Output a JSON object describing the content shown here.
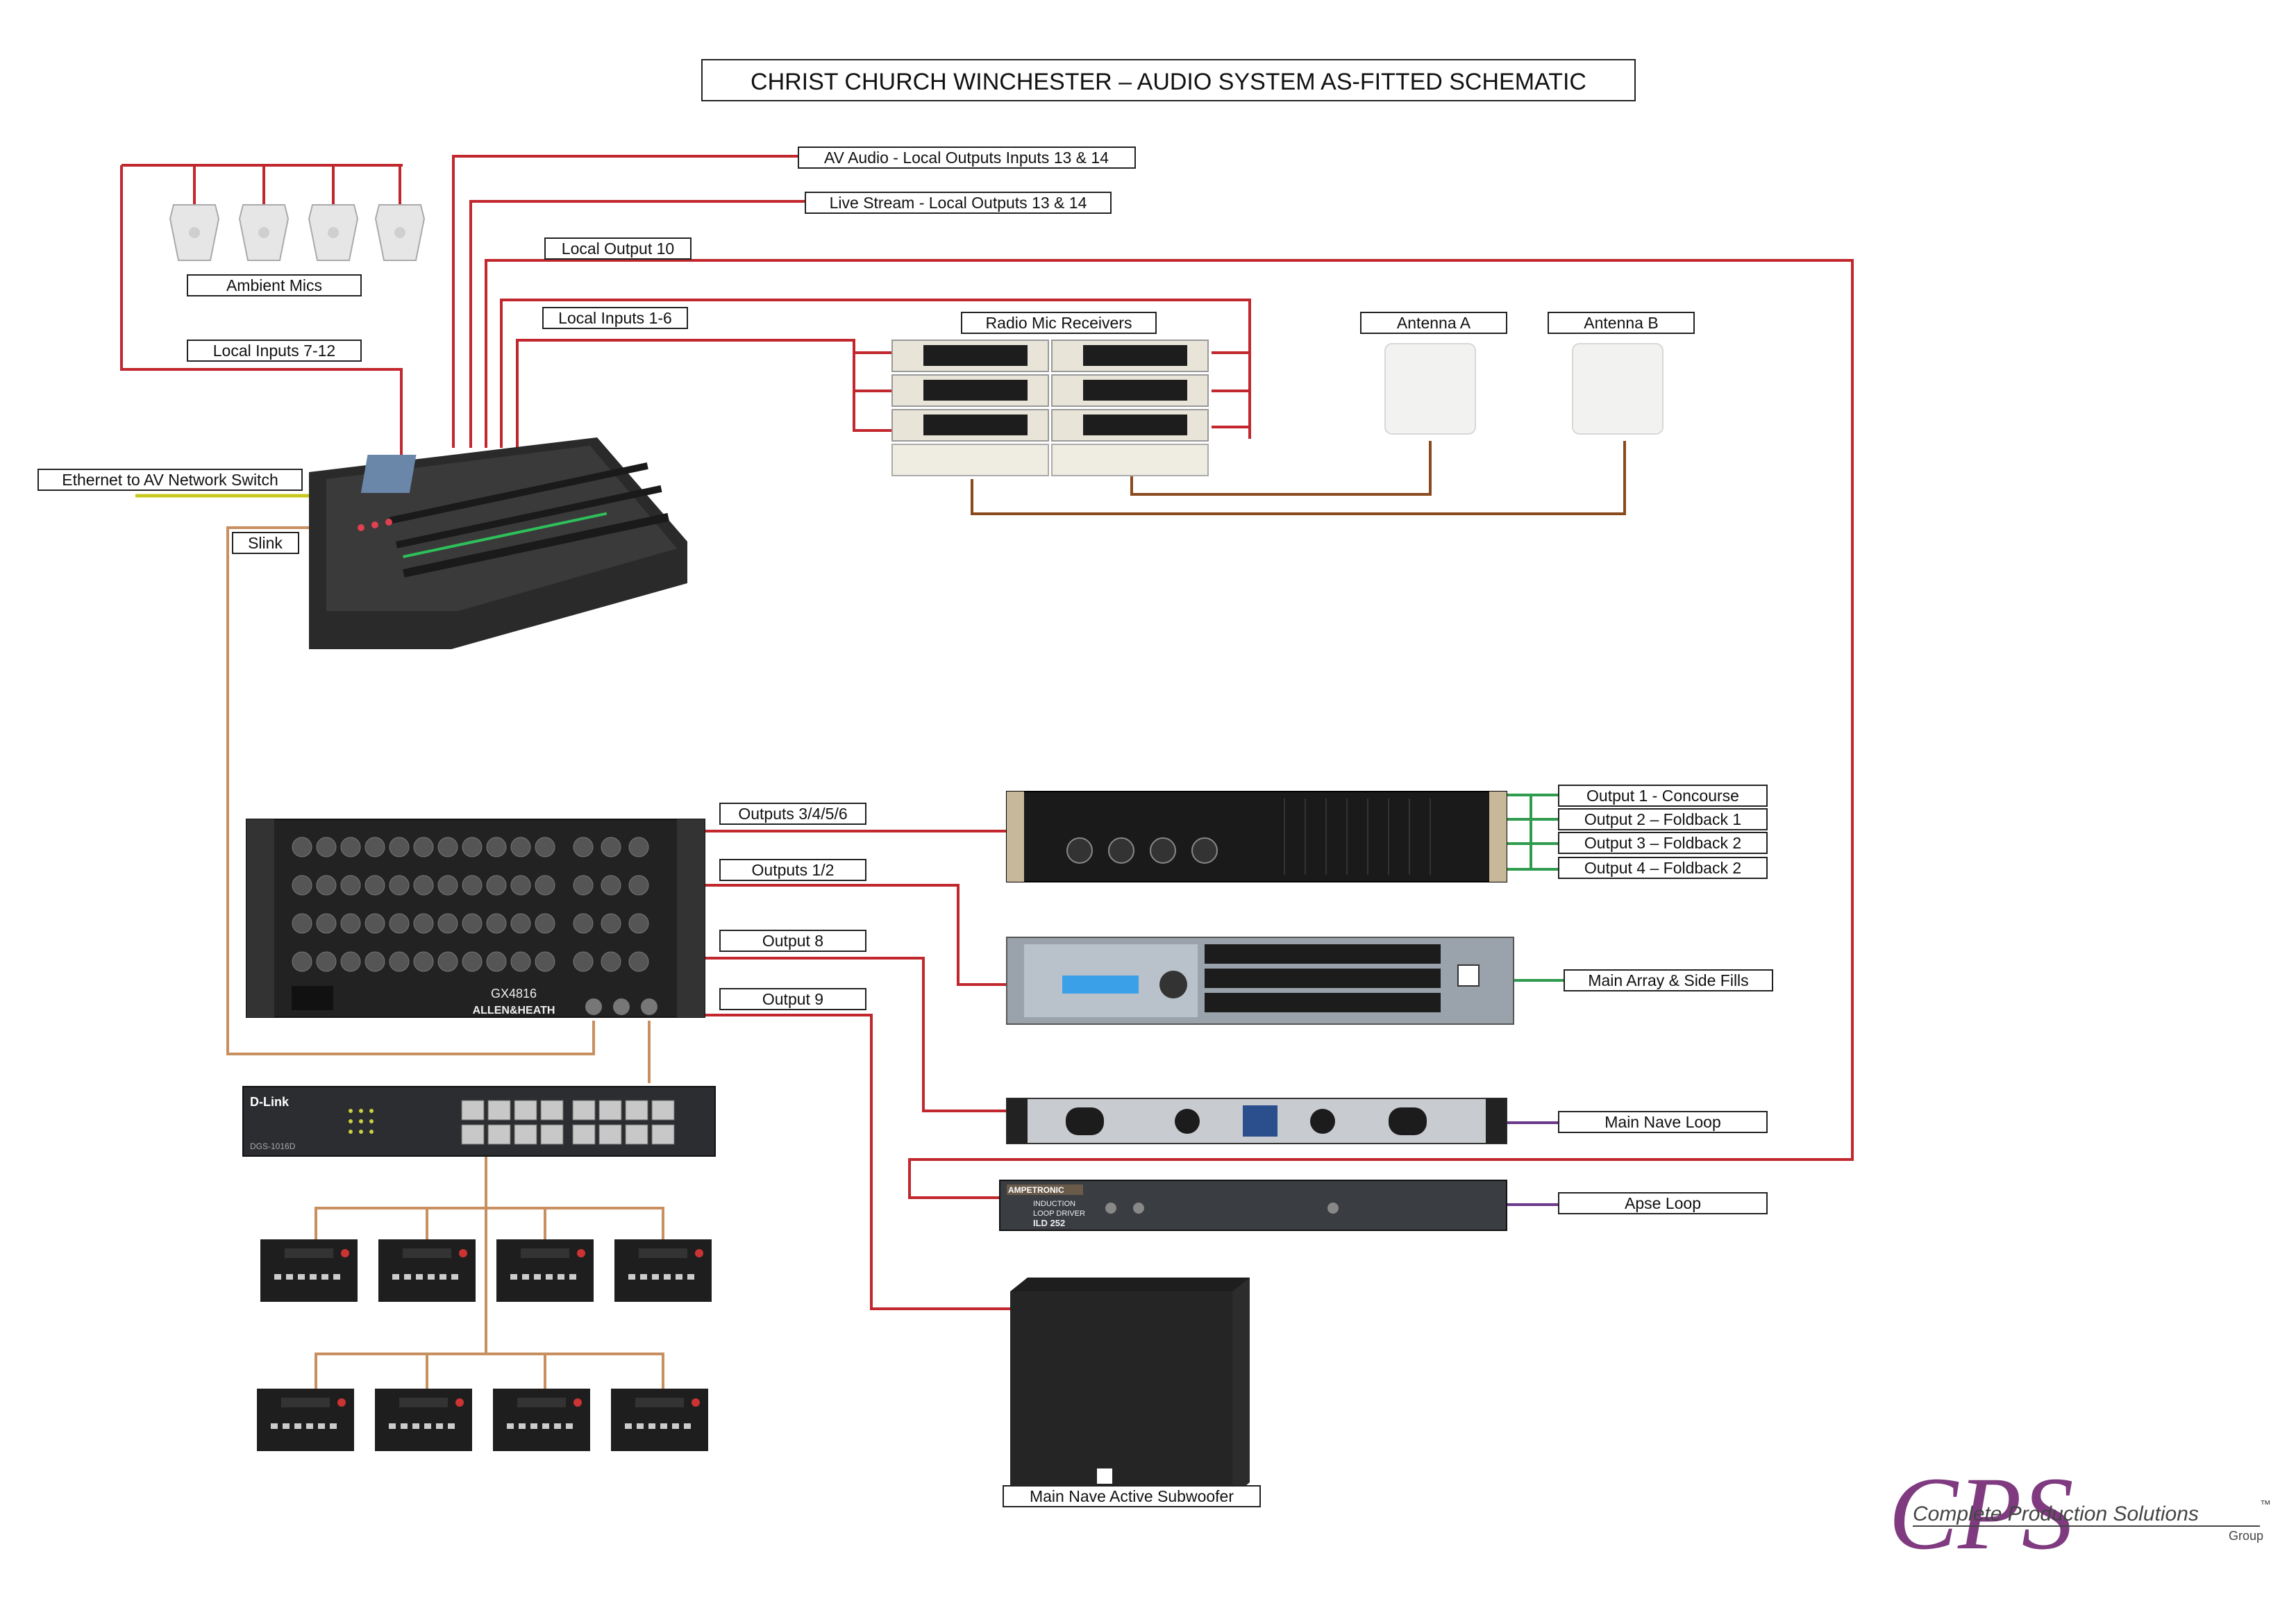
{
  "title": "CHRIST CHURCH WINCHESTER – AUDIO SYSTEM AS-FITTED SCHEMATIC",
  "labels": {
    "av_audio": "AV Audio - Local Outputs Inputs 13 & 14",
    "live_stream": "Live Stream - Local Outputs 13 & 14",
    "local_output_10": "Local Output 10",
    "local_inputs_1_6": "Local Inputs 1-6",
    "radio_mic_receivers": "Radio Mic Receivers",
    "antenna_a": "Antenna A",
    "antenna_b": "Antenna B",
    "ambient_mics": "Ambient Mics",
    "local_inputs_7_12": "Local Inputs 7-12",
    "ethernet": "Ethernet to AV Network Switch",
    "slink": "Slink",
    "outputs_3456": "Outputs 3/4/5/6",
    "outputs_12": "Outputs 1/2",
    "output_8": "Output 8",
    "output_9": "Output 9",
    "output_1": "Output 1 - Concourse",
    "output_2": "Output 2 – Foldback 1",
    "output_3": "Output 3 – Foldback 2",
    "output_4": "Output 4 – Foldback 2",
    "main_array": "Main Array & Side Fills",
    "main_nave_loop": "Main Nave Loop",
    "apse_loop": "Apse Loop",
    "subwoofer": "Main Nave Active Subwoofer"
  },
  "devices": {
    "stagebox_model": "GX4816",
    "stagebox_brand": "ALLEN&HEATH",
    "switch_brand": "D-Link",
    "switch_model": "DGS-1016D",
    "loop_brand": "AMPETRONIC",
    "loop_line1": "INDUCTION",
    "loop_line2": "LOOP DRIVER",
    "loop_model": "ILD 252"
  },
  "logo": {
    "initials": "CPS",
    "text": "Complete Production Solutions",
    "tm": "™",
    "group": "Group"
  },
  "colors": {
    "signal": "#c1272d",
    "antenna_cable": "#8b4a1e",
    "slink_cable": "#c89060",
    "speaker_cable": "#2e9b4e",
    "loop_cable": "#6b3a8c",
    "ethernet_cable": "#c8c81e",
    "logo_purple": "#6a1a6a"
  }
}
